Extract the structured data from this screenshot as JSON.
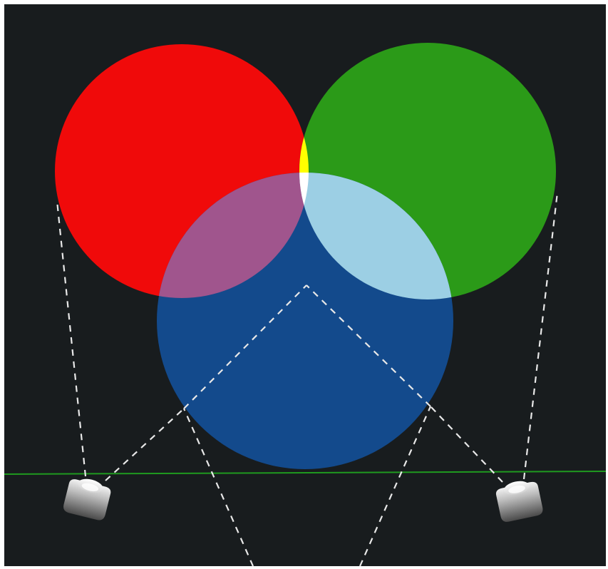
{
  "diagram": {
    "background": "#181c1e",
    "border_color": "#ffffff",
    "lights": [
      {
        "id": "red",
        "color": "#f00a0a"
      },
      {
        "id": "green",
        "color": "#2b9a18"
      },
      {
        "id": "blue",
        "color": "#134a8c"
      }
    ],
    "overlaps": {
      "red_green": "#ffff00",
      "red_blue": "#a0558d",
      "green_blue": "#9ccfe4",
      "all": "#ffffff"
    },
    "floor_line_color": "#1f9a1f",
    "beam_color": "#e8e8e8",
    "projectors": [
      {
        "name": "left-projector"
      },
      {
        "name": "right-projector"
      }
    ]
  }
}
